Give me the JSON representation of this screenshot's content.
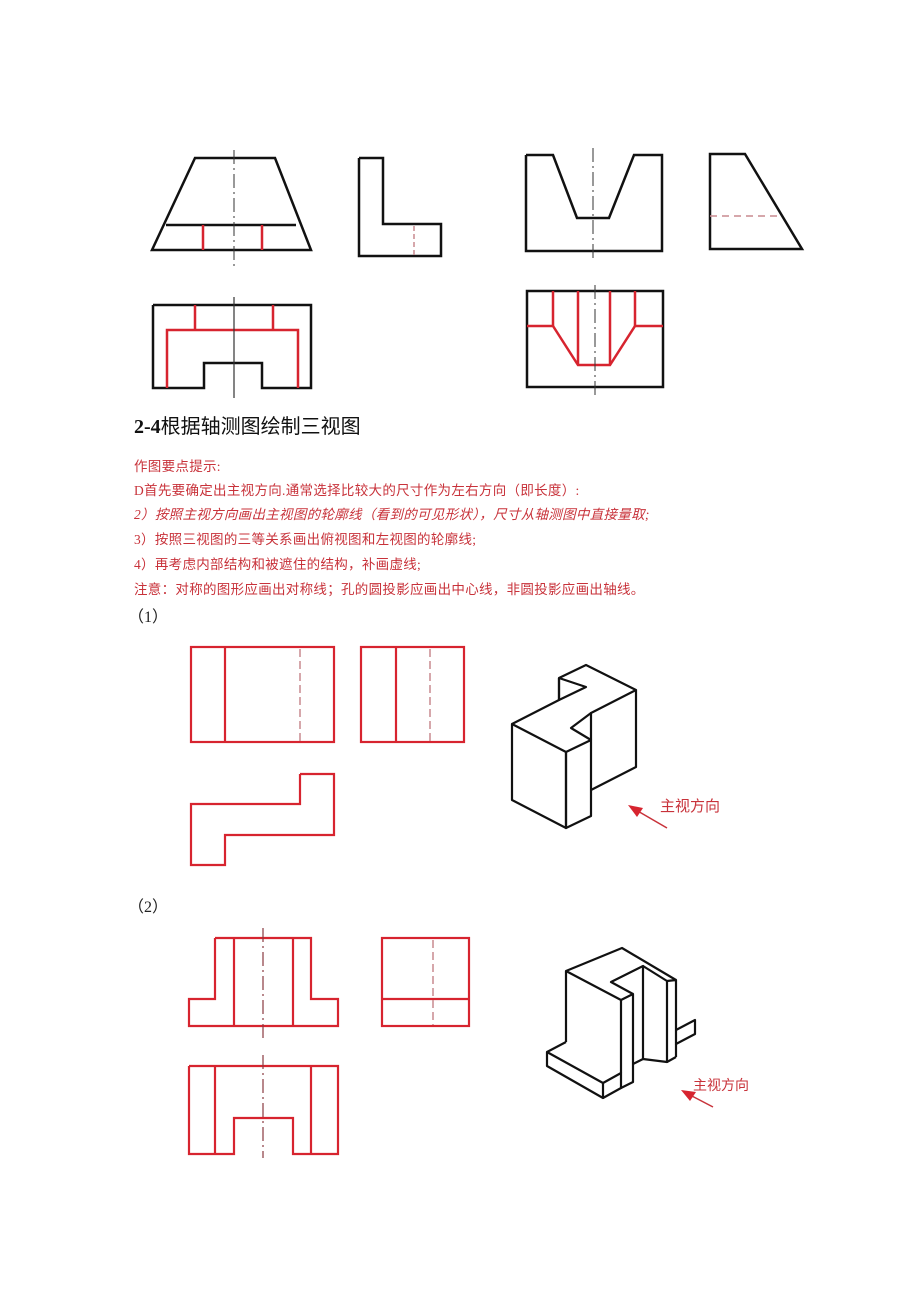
{
  "section": {
    "number": "2-4",
    "title": "根据轴测图绘制三视图"
  },
  "tips": {
    "heading": "作图要点提示:",
    "items": [
      "D首先要确定出主视方向.通常选择比较大的尺寸作为左右方向（即长度）:",
      "2）按照主视方向画出主视图的轮廓线（看到的可见形状），尺寸从轴测图中直接量取;",
      "3）按照三视图的三等关系画出俯视图和左视图的轮廓线;",
      "4）再考虑内部结构和被遮住的结构，补画虚线;"
    ],
    "note": "注意：对称的图形应画出对称线；孔的圆投影应画出中心线，非圆投影应画出轴线。"
  },
  "exercises": [
    {
      "label": "（1）",
      "direction_label": "主视方向"
    },
    {
      "label": "（2）",
      "direction_label": "主视方向"
    }
  ],
  "colors": {
    "answer_line": "#d7242f",
    "outline": "#111111",
    "text_red": "#c8323a",
    "hidden_line": "#c98a8f"
  }
}
